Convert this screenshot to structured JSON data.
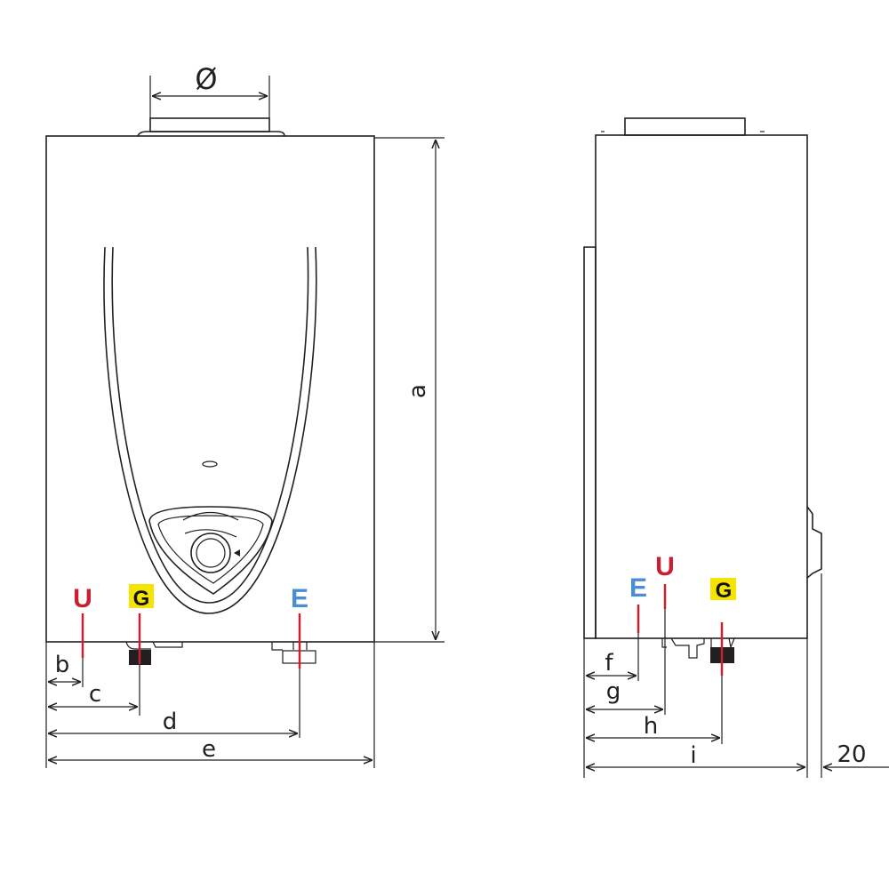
{
  "diagram": {
    "front_view": {
      "flue_diameter_label": "Ø",
      "height_label": "a",
      "dimension_labels": [
        "b",
        "c",
        "d",
        "e"
      ],
      "connections": {
        "hot_water": "U",
        "gas": "G",
        "cold_water": "E"
      }
    },
    "side_view": {
      "dimension_labels": [
        "f",
        "g",
        "h",
        "i"
      ],
      "wall_offset_label": "20",
      "connections": {
        "hot_water": "U",
        "gas": "G",
        "cold_water": "E"
      }
    },
    "colors": {
      "hot_water": "#c8202f",
      "cold_water": "#4a8fd4",
      "gas_highlight": "#f5e400"
    }
  }
}
